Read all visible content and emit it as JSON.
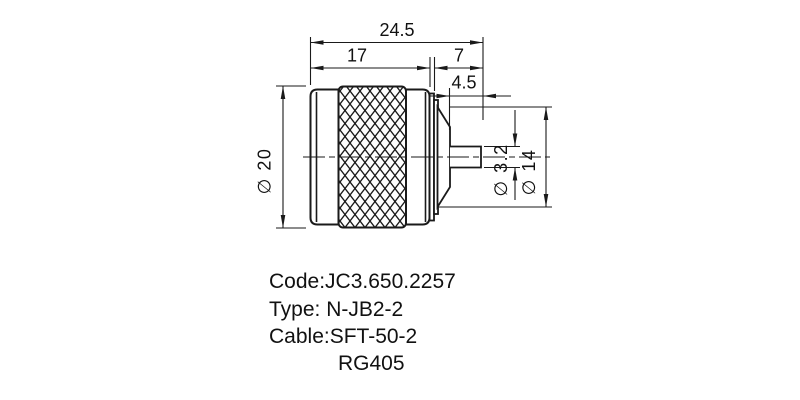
{
  "drawing": {
    "title_semantic": "N-type coaxial connector side view with dimensions",
    "labels": {
      "total_length": "24.5",
      "body_length": "17",
      "rear_length": "7",
      "tail_length": "4.5",
      "body_diameter": "∅ 20",
      "pin_diameter": "∅ 3.2",
      "flange_diameter": "∅ 14"
    },
    "notes": {
      "code": "Code:JC3.650.2257",
      "type": "Type: N-JB2-2",
      "cable": "Cable:SFT-50-2",
      "cable_alt": "RG405"
    },
    "colors": {
      "line": "#1a1a1a",
      "background": "#ffffff"
    }
  }
}
